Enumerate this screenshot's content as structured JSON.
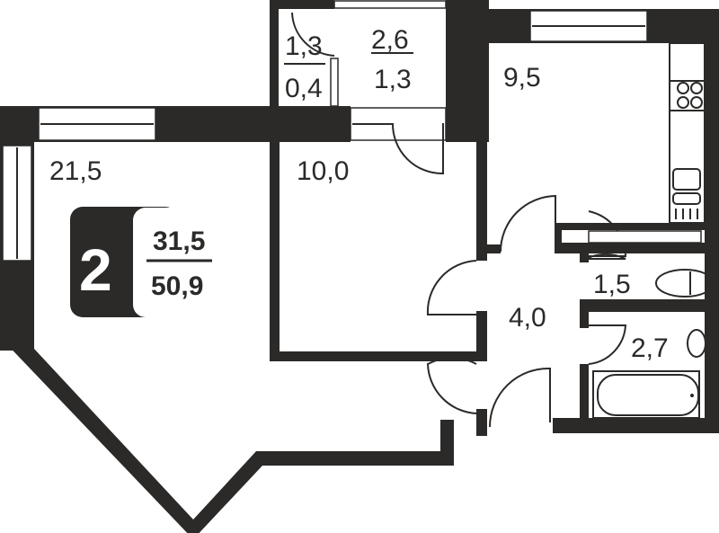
{
  "rooms": {
    "living": "21,5",
    "bedroom": "10,0",
    "kitchen": "9,5",
    "hall": "4,0",
    "toilet": "1,5",
    "bathroom": "2,7",
    "storage_total": "1,3",
    "storage_value": "0,4",
    "balcony_total": "2,6",
    "balcony_value": "1,3"
  },
  "badge": {
    "rooms_count": "2",
    "living_area": "31,5",
    "total_area": "50,9"
  },
  "colors": {
    "wall": "#2b2a28",
    "background": "#ffffff"
  }
}
